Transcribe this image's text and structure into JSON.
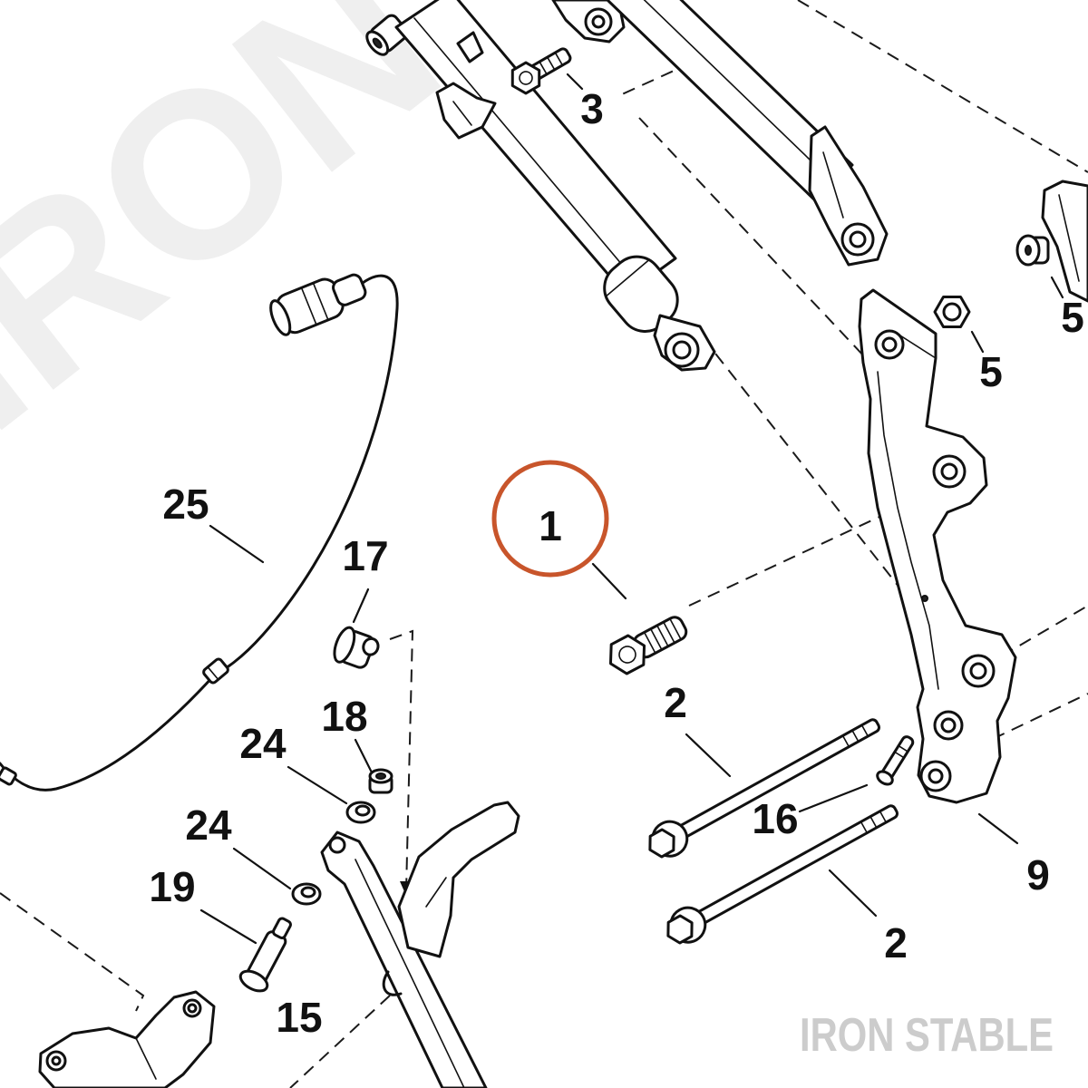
{
  "watermark": {
    "large": "IRON",
    "small": "IRON STABLE"
  },
  "colors": {
    "line": "#111111",
    "highlight": "#c8552b",
    "watermark_small": "#cccccc",
    "watermark_large": "#efefef"
  },
  "highlighted_callout": "1",
  "callouts": [
    {
      "label": "3"
    },
    {
      "label": "5"
    },
    {
      "label": "5"
    },
    {
      "label": "25"
    },
    {
      "label": "17"
    },
    {
      "label": "1"
    },
    {
      "label": "2"
    },
    {
      "label": "18"
    },
    {
      "label": "24"
    },
    {
      "label": "24"
    },
    {
      "label": "19"
    },
    {
      "label": "16"
    },
    {
      "label": "9"
    },
    {
      "label": "2"
    },
    {
      "label": "15"
    }
  ]
}
